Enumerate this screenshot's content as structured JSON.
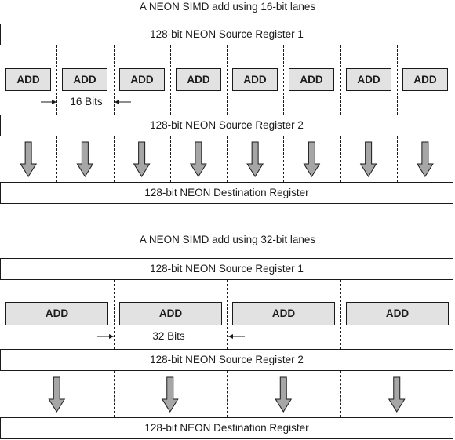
{
  "diagram_16": {
    "title": "A NEON SIMD add using 16-bit lanes",
    "source1": "128-bit NEON Source Register 1",
    "source2": "128-bit NEON Source Register 2",
    "dest": "128-bit NEON Destination Register",
    "op_label": "ADD",
    "lane_label": "16 Bits",
    "lanes": 8
  },
  "diagram_32": {
    "title": "A NEON SIMD add using 32-bit lanes",
    "source1": "128-bit NEON Source Register 1",
    "source2": "128-bit NEON Source Register 2",
    "dest": "128-bit NEON Destination Register",
    "op_label": "ADD",
    "lane_label": "32 Bits",
    "lanes": 4
  },
  "colors": {
    "stroke": "#1a1a1a",
    "add_fill": "#e2e2e2",
    "arrow_fill": "#a6a6a6"
  }
}
